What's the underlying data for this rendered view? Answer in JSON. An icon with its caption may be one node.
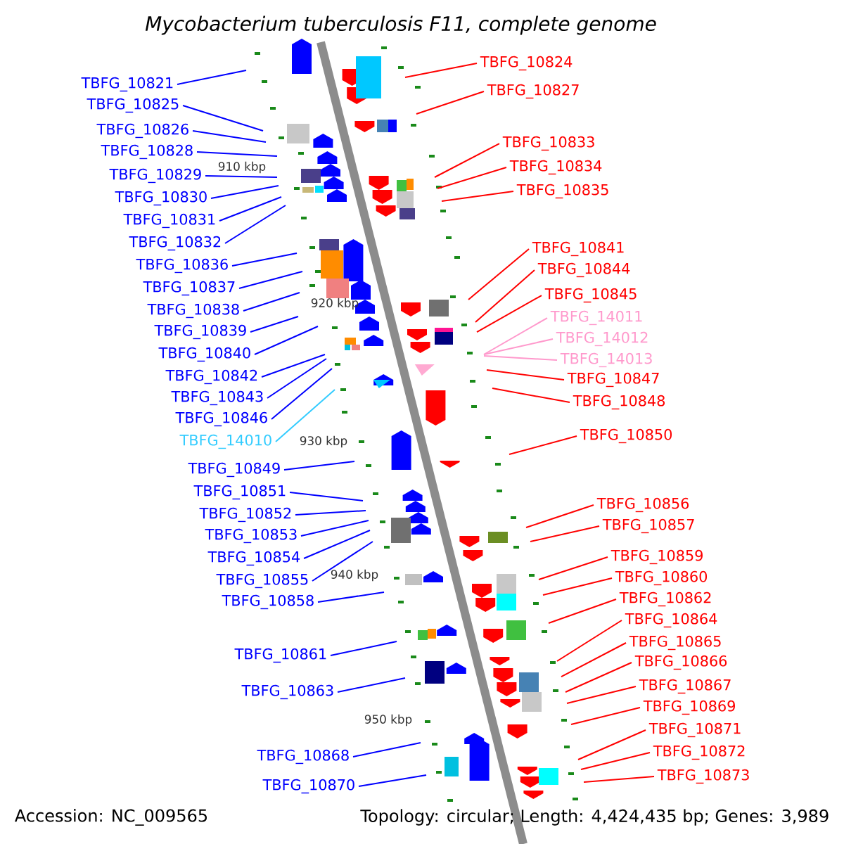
{
  "diagram": {
    "title": "Mycobacterium tuberculosis F11, complete genome",
    "nodes": [
      {
        "text": [
          "TBFG_10821"
        ]
      },
      {
        "text": [
          "TBFG_10825"
        ]
      },
      {
        "text": [
          "TBFG_10826"
        ]
      },
      {
        "text": [
          "TBFG_10828"
        ]
      },
      {
        "text": [
          "TBFG_10829"
        ]
      },
      {
        "text": [
          "TBFG_10830"
        ]
      },
      {
        "text": [
          "TBFG_10831"
        ]
      },
      {
        "text": [
          "TBFG_10832"
        ]
      },
      {
        "text": [
          "TBFG_10836"
        ]
      },
      {
        "text": [
          "TBFG_10837"
        ]
      },
      {
        "text": [
          "TBFG_10838"
        ]
      },
      {
        "text": [
          "TBFG_10839"
        ]
      },
      {
        "text": [
          "TBFG_10840"
        ]
      },
      {
        "text": [
          "TBFG_10842"
        ]
      },
      {
        "text": [
          "TBFG_10843"
        ]
      },
      {
        "text": [
          "TBFG_10846"
        ]
      },
      {
        "text": [
          "TBFG_14010"
        ]
      },
      {
        "text": [
          "TBFG_10849"
        ]
      },
      {
        "text": [
          "TBFG_10851"
        ]
      },
      {
        "text": [
          "TBFG_10852"
        ]
      },
      {
        "text": [
          "TBFG_10853"
        ]
      },
      {
        "text": [
          "TBFG_10854"
        ]
      },
      {
        "text": [
          "TBFG_10855"
        ]
      },
      {
        "text": [
          "TBFG_10858"
        ]
      },
      {
        "text": [
          "TBFG_10861"
        ]
      },
      {
        "text": [
          "TBFG_10863"
        ]
      },
      {
        "text": [
          "TBFG_10868"
        ]
      },
      {
        "text": [
          "TBFG_10870"
        ]
      },
      {
        "text": [
          "TBFG_10824"
        ]
      },
      {
        "text": [
          "TBFG_10827"
        ]
      },
      {
        "text": [
          "TBFG_10833"
        ]
      },
      {
        "text": [
          "TBFG_10834"
        ]
      },
      {
        "text": [
          "TBFG_10835"
        ]
      },
      {
        "text": [
          "TBFG_10841"
        ]
      },
      {
        "text": [
          "TBFG_10844"
        ]
      },
      {
        "text": [
          "TBFG_10845"
        ]
      },
      {
        "text": [
          "TBFG_14011"
        ]
      },
      {
        "text": [
          "TBFG_14012"
        ]
      },
      {
        "text": [
          "TBFG_14013"
        ]
      },
      {
        "text": [
          "TBFG_10847"
        ]
      },
      {
        "text": [
          "TBFG_10848"
        ]
      },
      {
        "text": [
          "TBFG_10850"
        ]
      },
      {
        "text": [
          "TBFG_10856"
        ]
      },
      {
        "text": [
          "TBFG_10857"
        ]
      },
      {
        "text": [
          "TBFG_10859"
        ]
      },
      {
        "text": [
          "TBFG_10860"
        ]
      },
      {
        "text": [
          "TBFG_10862"
        ]
      },
      {
        "text": [
          "TBFG_10864"
        ]
      },
      {
        "text": [
          "TBFG_10865"
        ]
      },
      {
        "text": [
          "TBFG_10866"
        ]
      },
      {
        "text": [
          "TBFG_10867"
        ]
      },
      {
        "text": [
          "TBFG_10869"
        ]
      },
      {
        "text": [
          "TBFG_10871"
        ]
      },
      {
        "text": [
          "TBFG_10872"
        ]
      },
      {
        "text": [
          "TBFG_10873"
        ]
      }
    ],
    "edges": [
      {
        "from": 0,
        "to": null,
        "arrow": "none",
        "color": "#0000ff"
      },
      {
        "from": 1,
        "to": null,
        "arrow": "none",
        "color": "#0000ff"
      },
      {
        "from": 2,
        "to": null,
        "arrow": "none",
        "color": "#0000ff"
      },
      {
        "from": 3,
        "to": null,
        "arrow": "none",
        "color": "#0000ff"
      },
      {
        "from": 4,
        "to": null,
        "arrow": "none",
        "color": "#0000ff"
      },
      {
        "from": 5,
        "to": null,
        "arrow": "none",
        "color": "#0000ff"
      },
      {
        "from": 6,
        "to": null,
        "arrow": "none",
        "color": "#0000ff"
      },
      {
        "from": 7,
        "to": null,
        "arrow": "none",
        "color": "#0000ff"
      },
      {
        "from": 8,
        "to": null,
        "arrow": "none",
        "color": "#0000ff"
      },
      {
        "from": 9,
        "to": null,
        "arrow": "none",
        "color": "#0000ff"
      },
      {
        "from": 10,
        "to": null,
        "arrow": "none",
        "color": "#0000ff"
      },
      {
        "from": 11,
        "to": null,
        "arrow": "none",
        "color": "#0000ff"
      },
      {
        "from": 12,
        "to": null,
        "arrow": "none",
        "color": "#0000ff"
      },
      {
        "from": 13,
        "to": null,
        "arrow": "none",
        "color": "#0000ff"
      },
      {
        "from": 14,
        "to": null,
        "arrow": "none",
        "color": "#0000ff"
      },
      {
        "from": 15,
        "to": null,
        "arrow": "none",
        "color": "#0000ff"
      },
      {
        "from": 16,
        "to": null,
        "arrow": "none",
        "color": "#33ccff"
      },
      {
        "from": 17,
        "to": null,
        "arrow": "none",
        "color": "#0000ff"
      },
      {
        "from": 18,
        "to": null,
        "arrow": "none",
        "color": "#0000ff"
      },
      {
        "from": 19,
        "to": null,
        "arrow": "none",
        "color": "#0000ff"
      },
      {
        "from": 20,
        "to": null,
        "arrow": "none",
        "color": "#0000ff"
      },
      {
        "from": 21,
        "to": null,
        "arrow": "none",
        "color": "#0000ff"
      },
      {
        "from": 22,
        "to": null,
        "arrow": "none",
        "color": "#0000ff"
      },
      {
        "from": 23,
        "to": null,
        "arrow": "none",
        "color": "#0000ff"
      },
      {
        "from": 24,
        "to": null,
        "arrow": "none",
        "color": "#0000ff"
      },
      {
        "from": 25,
        "to": null,
        "arrow": "none",
        "color": "#0000ff"
      },
      {
        "from": 26,
        "to": null,
        "arrow": "none",
        "color": "#0000ff"
      },
      {
        "from": 27,
        "to": null,
        "arrow": "none",
        "color": "#0000ff"
      },
      {
        "from": 28,
        "to": null,
        "arrow": "none",
        "color": "#ff0000"
      },
      {
        "from": 29,
        "to": null,
        "arrow": "none",
        "color": "#ff0000"
      },
      {
        "from": 30,
        "to": null,
        "arrow": "none",
        "color": "#ff0000"
      },
      {
        "from": 31,
        "to": null,
        "arrow": "none",
        "color": "#ff0000"
      },
      {
        "from": 32,
        "to": null,
        "arrow": "none",
        "color": "#ff0000"
      },
      {
        "from": 33,
        "to": null,
        "arrow": "none",
        "color": "#ff0000"
      },
      {
        "from": 34,
        "to": null,
        "arrow": "none",
        "color": "#ff0000"
      },
      {
        "from": 35,
        "to": null,
        "arrow": "none",
        "color": "#ff0000"
      },
      {
        "from": 36,
        "to": null,
        "arrow": "none",
        "color": "#ff99cc"
      },
      {
        "from": 37,
        "to": null,
        "arrow": "none",
        "color": "#ff99cc"
      },
      {
        "from": 38,
        "to": null,
        "arrow": "none",
        "color": "#ff99cc"
      },
      {
        "from": 39,
        "to": null,
        "arrow": "none",
        "color": "#ff0000"
      },
      {
        "from": 40,
        "to": null,
        "arrow": "none",
        "color": "#ff0000"
      },
      {
        "from": 41,
        "to": null,
        "arrow": "none",
        "color": "#ff0000"
      },
      {
        "from": 42,
        "to": null,
        "arrow": "none",
        "color": "#ff0000"
      },
      {
        "from": 43,
        "to": null,
        "arrow": "none",
        "color": "#ff0000"
      },
      {
        "from": 44,
        "to": null,
        "arrow": "none",
        "color": "#ff0000"
      },
      {
        "from": 45,
        "to": null,
        "arrow": "none",
        "color": "#ff0000"
      },
      {
        "from": 46,
        "to": null,
        "arrow": "none",
        "color": "#ff0000"
      },
      {
        "from": 47,
        "to": null,
        "arrow": "none",
        "color": "#ff0000"
      },
      {
        "from": 48,
        "to": null,
        "arrow": "none",
        "color": "#ff0000"
      },
      {
        "from": 49,
        "to": null,
        "arrow": "none",
        "color": "#ff0000"
      },
      {
        "from": 50,
        "to": null,
        "arrow": "none",
        "color": "#ff0000"
      },
      {
        "from": 51,
        "to": null,
        "arrow": "none",
        "color": "#ff0000"
      },
      {
        "from": 52,
        "to": null,
        "arrow": "none",
        "color": "#ff0000"
      },
      {
        "from": 53,
        "to": null,
        "arrow": "none",
        "color": "#ff0000"
      },
      {
        "from": 54,
        "to": null,
        "arrow": "none",
        "color": "#ff0000"
      }
    ],
    "labels": [
      "910 kbp",
      "920 kbp",
      "930 kbp",
      "940 kbp",
      "950 kbp",
      "Accession: NC_009565",
      "Topology: circular; Length: 4,424,435 bp; Genes: 3,989"
    ]
  }
}
